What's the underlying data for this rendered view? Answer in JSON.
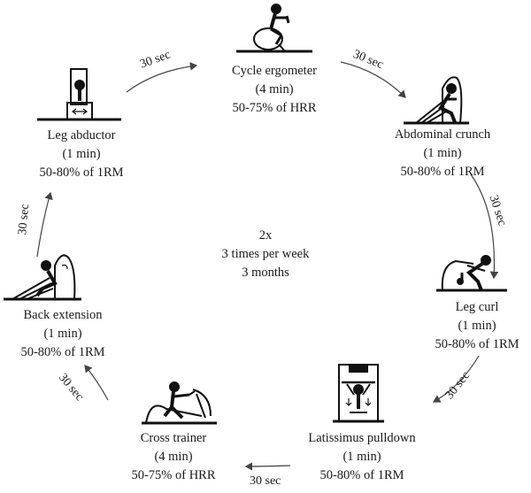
{
  "center": {
    "line1": "2x",
    "line2": "3 times per week",
    "line3": "3 months"
  },
  "rest_label": "30 sec",
  "stations": {
    "cycle": {
      "name": "Cycle ergometer",
      "duration": "(4 min)",
      "intensity": "50-75% of HRR"
    },
    "abdominal": {
      "name": "Abdominal crunch",
      "duration": "(1 min)",
      "intensity": "50-80% of 1RM"
    },
    "legcurl": {
      "name": "Leg curl",
      "duration": "(1 min)",
      "intensity": "50-80% of 1RM"
    },
    "lat": {
      "name": "Latissimus pulldown",
      "duration": "(1 min)",
      "intensity": "50-80% of 1RM"
    },
    "cross": {
      "name": "Cross trainer",
      "duration": "(4 min)",
      "intensity": "50-75% of HRR"
    },
    "backext": {
      "name": "Back extension",
      "duration": "(1 min)",
      "intensity": "50-80% of 1RM"
    },
    "abductor": {
      "name": "Leg abductor",
      "duration": "(1 min)",
      "intensity": "50-80% of 1RM"
    }
  },
  "icons": [
    "cycle-ergometer-icon",
    "abdominal-crunch-icon",
    "leg-curl-icon",
    "latissimus-pulldown-icon",
    "cross-trainer-icon",
    "back-extension-icon",
    "leg-abductor-icon"
  ]
}
